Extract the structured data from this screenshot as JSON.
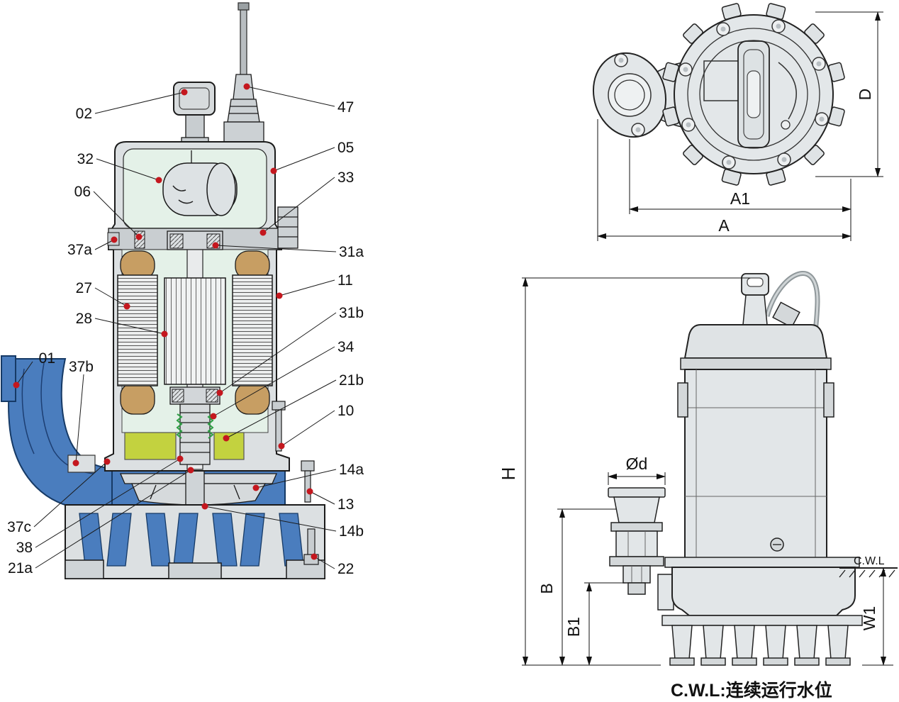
{
  "parts": {
    "p02": "02",
    "p32": "32",
    "p06": "06",
    "p37a": "37a",
    "p27": "27",
    "p28": "28",
    "p01": "01",
    "p37b": "37b",
    "p37c": "37c",
    "p38": "38",
    "p21a": "21a",
    "p47": "47",
    "p05": "05",
    "p33": "33",
    "p31a": "31a",
    "p11": "11",
    "p31b": "31b",
    "p34": "34",
    "p21b": "21b",
    "p10": "10",
    "p14a": "14a",
    "p13": "13",
    "p14b": "14b",
    "p22": "22"
  },
  "dims": {
    "D": "D",
    "A1": "A1",
    "A": "A",
    "H": "H",
    "Od": "Ød",
    "B": "B",
    "B1": "B1",
    "W1": "W1",
    "CWL": "C.W.L"
  },
  "caption": "C.W.L:连续运行水位",
  "colors": {
    "label_dot": "#c4171e",
    "pump_blue": "#4a7dbe",
    "blue_outline": "#163a66",
    "oil_yellow": "#c3d23f",
    "winding_tan": "#c79e63",
    "spring_green": "#2e9e44",
    "metal_light": "#e2e6e8",
    "motor_mint": "#e4f1e8"
  }
}
